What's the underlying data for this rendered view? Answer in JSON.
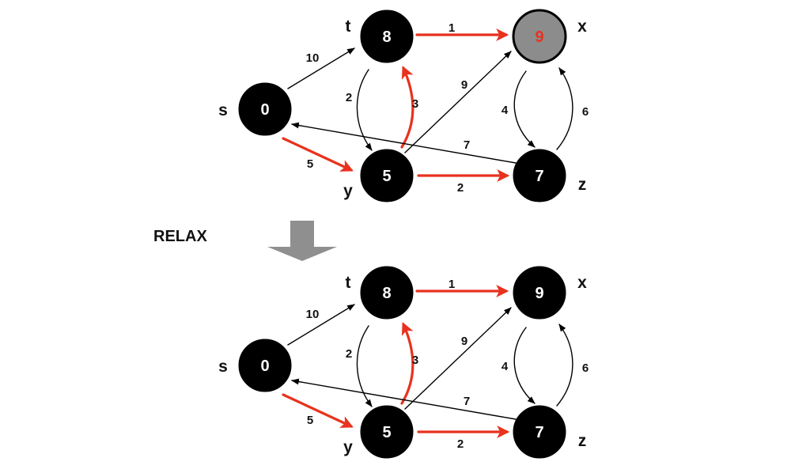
{
  "relax_label": "RELAX",
  "colors": {
    "black": "#000000",
    "red": "#e8321e",
    "gray_node": "#8c8c8c",
    "arrow_gray": "#8f8f8f"
  },
  "graphs": [
    {
      "nodes": [
        {
          "id": "s",
          "label": "s",
          "value": "0"
        },
        {
          "id": "t",
          "label": "t",
          "value": "8"
        },
        {
          "id": "x",
          "label": "x",
          "value": "9",
          "highlight": true
        },
        {
          "id": "y",
          "label": "y",
          "value": "5"
        },
        {
          "id": "z",
          "label": "z",
          "value": "7"
        }
      ],
      "edges": [
        {
          "from": "s",
          "to": "t",
          "weight": "10",
          "red": false
        },
        {
          "from": "s",
          "to": "y",
          "weight": "5",
          "red": true
        },
        {
          "from": "t",
          "to": "x",
          "weight": "1",
          "red": true
        },
        {
          "from": "t",
          "to": "y",
          "weight": "2",
          "red": false
        },
        {
          "from": "y",
          "to": "t",
          "weight": "3",
          "red": true
        },
        {
          "from": "y",
          "to": "x",
          "weight": "9",
          "red": false
        },
        {
          "from": "y",
          "to": "z",
          "weight": "2",
          "red": true
        },
        {
          "from": "x",
          "to": "z",
          "weight": "4",
          "red": false
        },
        {
          "from": "z",
          "to": "x",
          "weight": "6",
          "red": false
        },
        {
          "from": "z",
          "to": "s",
          "weight": "7",
          "red": false
        }
      ]
    },
    {
      "nodes": [
        {
          "id": "s",
          "label": "s",
          "value": "0"
        },
        {
          "id": "t",
          "label": "t",
          "value": "8"
        },
        {
          "id": "x",
          "label": "x",
          "value": "9",
          "highlight": false
        },
        {
          "id": "y",
          "label": "y",
          "value": "5"
        },
        {
          "id": "z",
          "label": "z",
          "value": "7"
        }
      ],
      "edges": [
        {
          "from": "s",
          "to": "t",
          "weight": "10",
          "red": false
        },
        {
          "from": "s",
          "to": "y",
          "weight": "5",
          "red": true
        },
        {
          "from": "t",
          "to": "x",
          "weight": "1",
          "red": true
        },
        {
          "from": "t",
          "to": "y",
          "weight": "2",
          "red": false
        },
        {
          "from": "y",
          "to": "t",
          "weight": "3",
          "red": true
        },
        {
          "from": "y",
          "to": "x",
          "weight": "9",
          "red": false
        },
        {
          "from": "y",
          "to": "z",
          "weight": "2",
          "red": true
        },
        {
          "from": "x",
          "to": "z",
          "weight": "4",
          "red": false
        },
        {
          "from": "z",
          "to": "x",
          "weight": "6",
          "red": false
        },
        {
          "from": "z",
          "to": "s",
          "weight": "7",
          "red": false
        }
      ]
    }
  ]
}
